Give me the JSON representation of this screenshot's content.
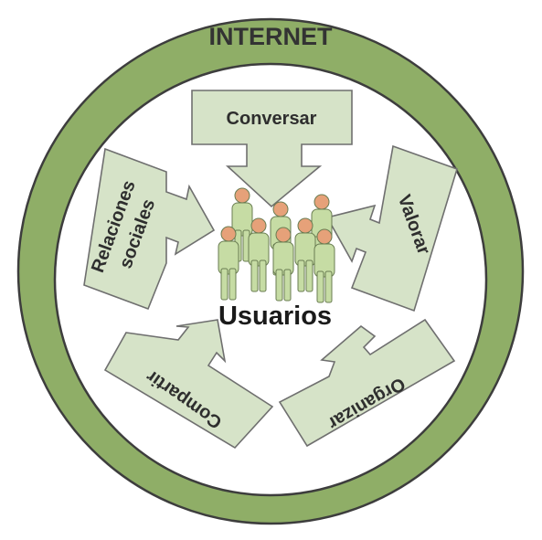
{
  "outer_label": "INTERNET",
  "center_label": "Usuarios",
  "actions": {
    "conversar": "Conversar",
    "relaciones_line1": "Relaciones",
    "relaciones_line2": "sociales",
    "valorar": "Valorar",
    "compartir": "Compartir",
    "organizar": "Organizar"
  },
  "colors": {
    "ring_fill": "#8fae67",
    "ring_stroke": "#3d3d3d",
    "arrow_fill": "#d6e3c8",
    "person_body": "#c6dca4",
    "person_head": "#e6a179"
  },
  "icons": {
    "users_group": "people-group-icon"
  }
}
